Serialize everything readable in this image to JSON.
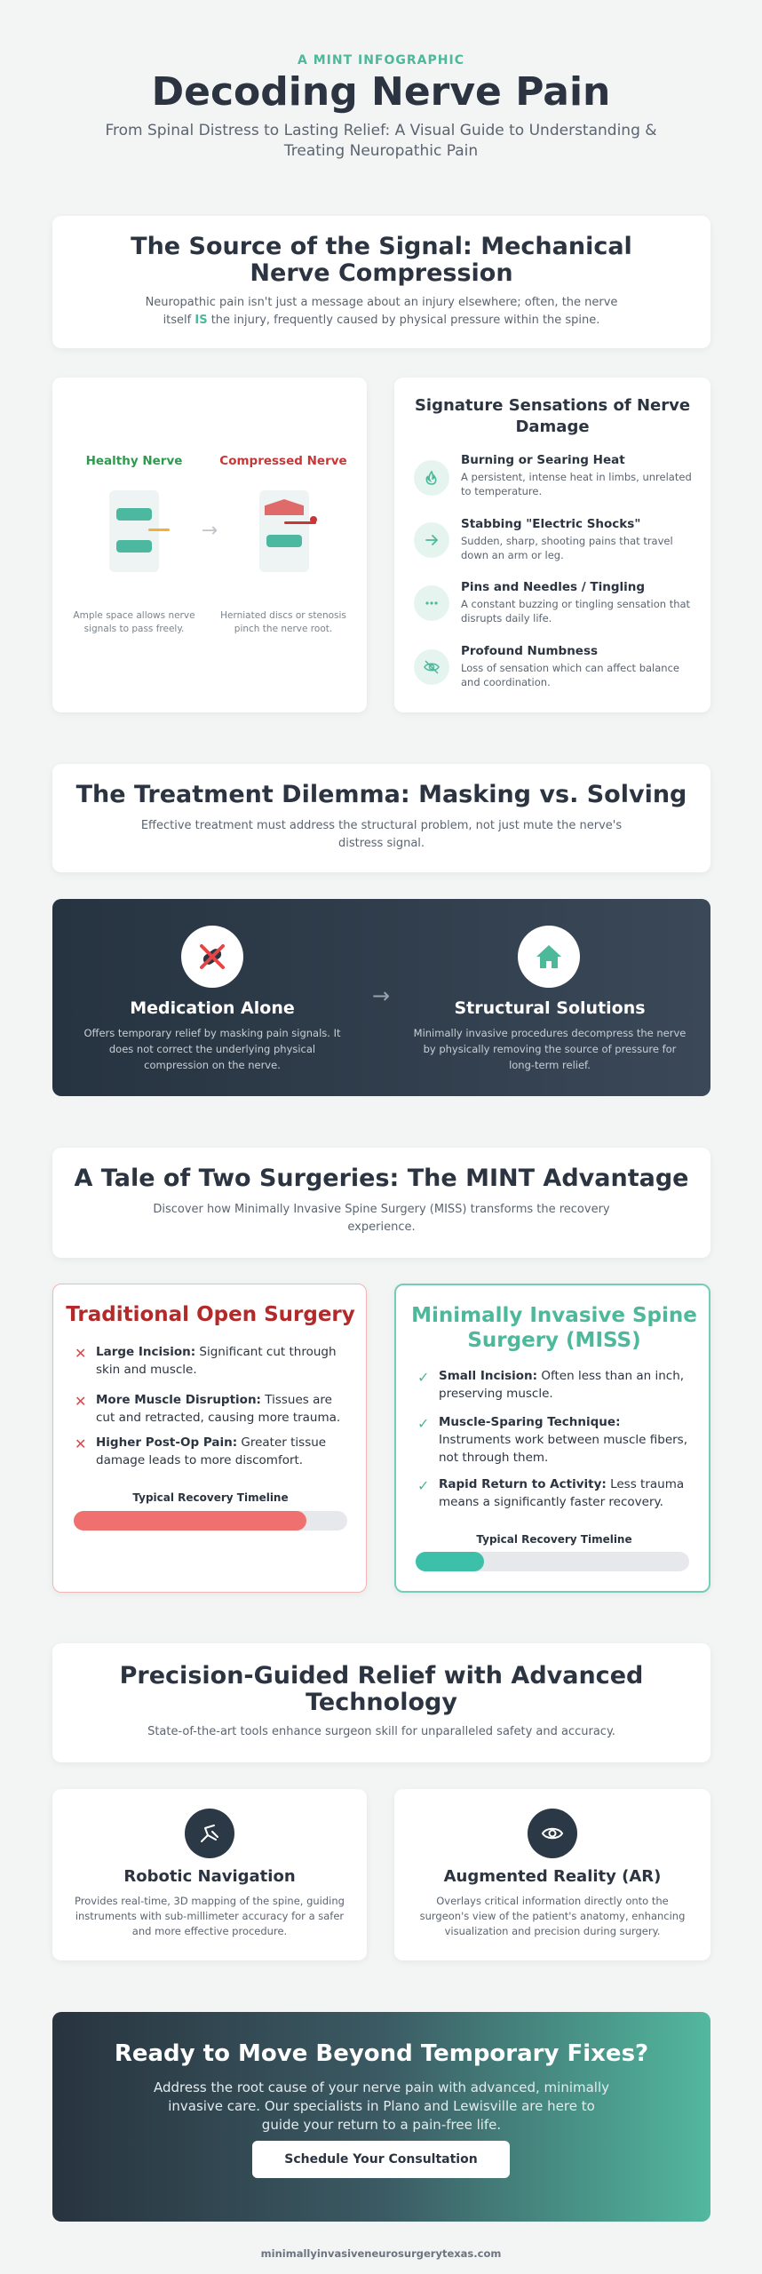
{
  "header": {
    "eyebrow": "A MINT INFOGRAPHIC",
    "title": "Decoding Nerve Pain",
    "subtitle": "From Spinal Distress to Lasting Relief: A Visual Guide to Understanding & Treating Neuropathic Pain"
  },
  "source": {
    "title": "The Source of the Signal: Mechanical Nerve Compression",
    "desc_pre": "Neuropathic pain isn't just a message about an injury elsewhere; often, the nerve itself ",
    "desc_highlight": "IS",
    "desc_post": " the injury, frequently caused by physical pressure within the spine."
  },
  "diagram": {
    "healthy_label": "Healthy Nerve",
    "compressed_label": "Compressed Nerve",
    "healthy_caption": "Ample space allows nerve signals to pass freely.",
    "compressed_caption": "Herniated discs or stenosis pinch the nerve root.",
    "arrow": "→",
    "colors": {
      "healthy": "#2e9a4e",
      "compressed": "#c93636",
      "disc": "#4db8a0",
      "herniation": "#e06a6a",
      "nerve": "#f2b134"
    }
  },
  "sensations": {
    "title": "Signature Sensations of Nerve Damage",
    "items": [
      {
        "icon": "heat-icon",
        "title": "Burning or Searing Heat",
        "desc": "A persistent, intense heat in limbs, unrelated to temperature."
      },
      {
        "icon": "arrow-right-icon",
        "title": "Stabbing \"Electric Shocks\"",
        "desc": "Sudden, sharp, shooting pains that travel down an arm or leg."
      },
      {
        "icon": "dots-icon",
        "title": "Pins and Needles / Tingling",
        "desc": "A constant buzzing or tingling sensation that disrupts daily life."
      },
      {
        "icon": "eye-off-icon",
        "title": "Profound Numbness",
        "desc": "Loss of sensation which can affect balance and coordination."
      }
    ]
  },
  "dilemma": {
    "title": "The Treatment Dilemma: Masking vs. Solving",
    "desc": "Effective treatment must address the structural problem, not just mute the nerve's distress signal.",
    "arrow": "→",
    "medication": {
      "icon": "pill-blocked-icon",
      "title": "Medication Alone",
      "desc": "Offers temporary relief by masking pain signals. It does not correct the underlying physical compression on the nerve."
    },
    "structural": {
      "icon": "home-icon",
      "title": "Structural Solutions",
      "desc": "Minimally invasive procedures decompress the nerve by physically removing the source of pressure for long-term relief."
    }
  },
  "surgeries": {
    "title": "A Tale of Two Surgeries: The MINT Advantage",
    "desc": "Discover how Minimally Invasive Spine Surgery (MISS) transforms the recovery experience.",
    "traditional": {
      "title": "Traditional Open Surgery",
      "items": [
        {
          "bold": "Large Incision:",
          "text": " Significant cut through skin and muscle."
        },
        {
          "bold": "More Muscle Disruption:",
          "text": " Tissues are cut and retracted, causing more trauma."
        },
        {
          "bold": "Higher Post-Op Pain:",
          "text": " Greater tissue damage leads to more discomfort."
        }
      ],
      "timeline_label": "Typical Recovery Timeline",
      "recovery_fraction": 0.85,
      "color": "#f07070"
    },
    "miss": {
      "title": "Minimally Invasive Spine Surgery (MISS)",
      "items": [
        {
          "bold": "Small Incision:",
          "text": " Often less than an inch, preserving muscle."
        },
        {
          "bold": "Muscle-Sparing Technique:",
          "text": " Instruments work between muscle fibers, not through them."
        },
        {
          "bold": "Rapid Return to Activity:",
          "text": " Less trauma means a significantly faster recovery."
        }
      ],
      "timeline_label": "Typical Recovery Timeline",
      "recovery_fraction": 0.25,
      "color": "#3cc0aa"
    }
  },
  "technology": {
    "title": "Precision-Guided Relief with Advanced Technology",
    "desc": "State-of-the-art tools enhance surgeon skill for unparalleled safety and accuracy.",
    "robotic": {
      "icon": "robotic-arm-icon",
      "title": "Robotic Navigation",
      "desc": "Provides real-time, 3D mapping of the spine, guiding instruments with sub-millimeter accuracy for a safer and more effective procedure."
    },
    "ar": {
      "icon": "eye-icon",
      "title": "Augmented Reality (AR)",
      "desc": "Overlays critical information directly onto the surgeon's view of the patient's anatomy, enhancing visualization and precision during surgery."
    }
  },
  "cta": {
    "title": "Ready to Move Beyond Temporary Fixes?",
    "desc": "Address the root cause of your nerve pain with advanced, minimally invasive care. Our specialists in Plano and Lewisville are here to guide your return to a pain-free life.",
    "button": "Schedule Your Consultation"
  },
  "footer": {
    "url": "minimallyinvasiveneurosurgerytexas.com"
  },
  "colors": {
    "accent": "#4db89a",
    "dark": "#2b3440",
    "red": "#c93636"
  }
}
